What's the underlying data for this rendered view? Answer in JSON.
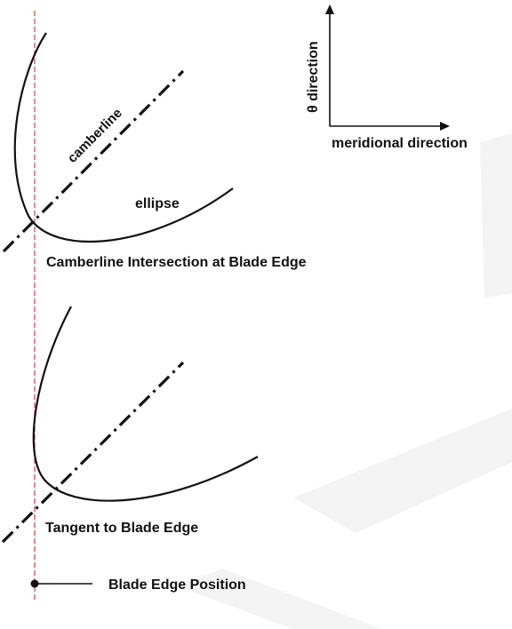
{
  "colors": {
    "ink": "#111111",
    "blade_edge_line": "#d94a4a",
    "watermark": "#f3f3f3"
  },
  "axes_legend": {
    "vertical_label": "θ direction",
    "horizontal_label": "meridional direction"
  },
  "top_panel": {
    "camberline_label": "camberline",
    "ellipse_label": "ellipse",
    "caption": "Camberline Intersection at Blade Edge"
  },
  "bottom_panel": {
    "caption": "Tangent to Blade Edge"
  },
  "legend": {
    "blade_edge_label": "Blade Edge Position"
  }
}
